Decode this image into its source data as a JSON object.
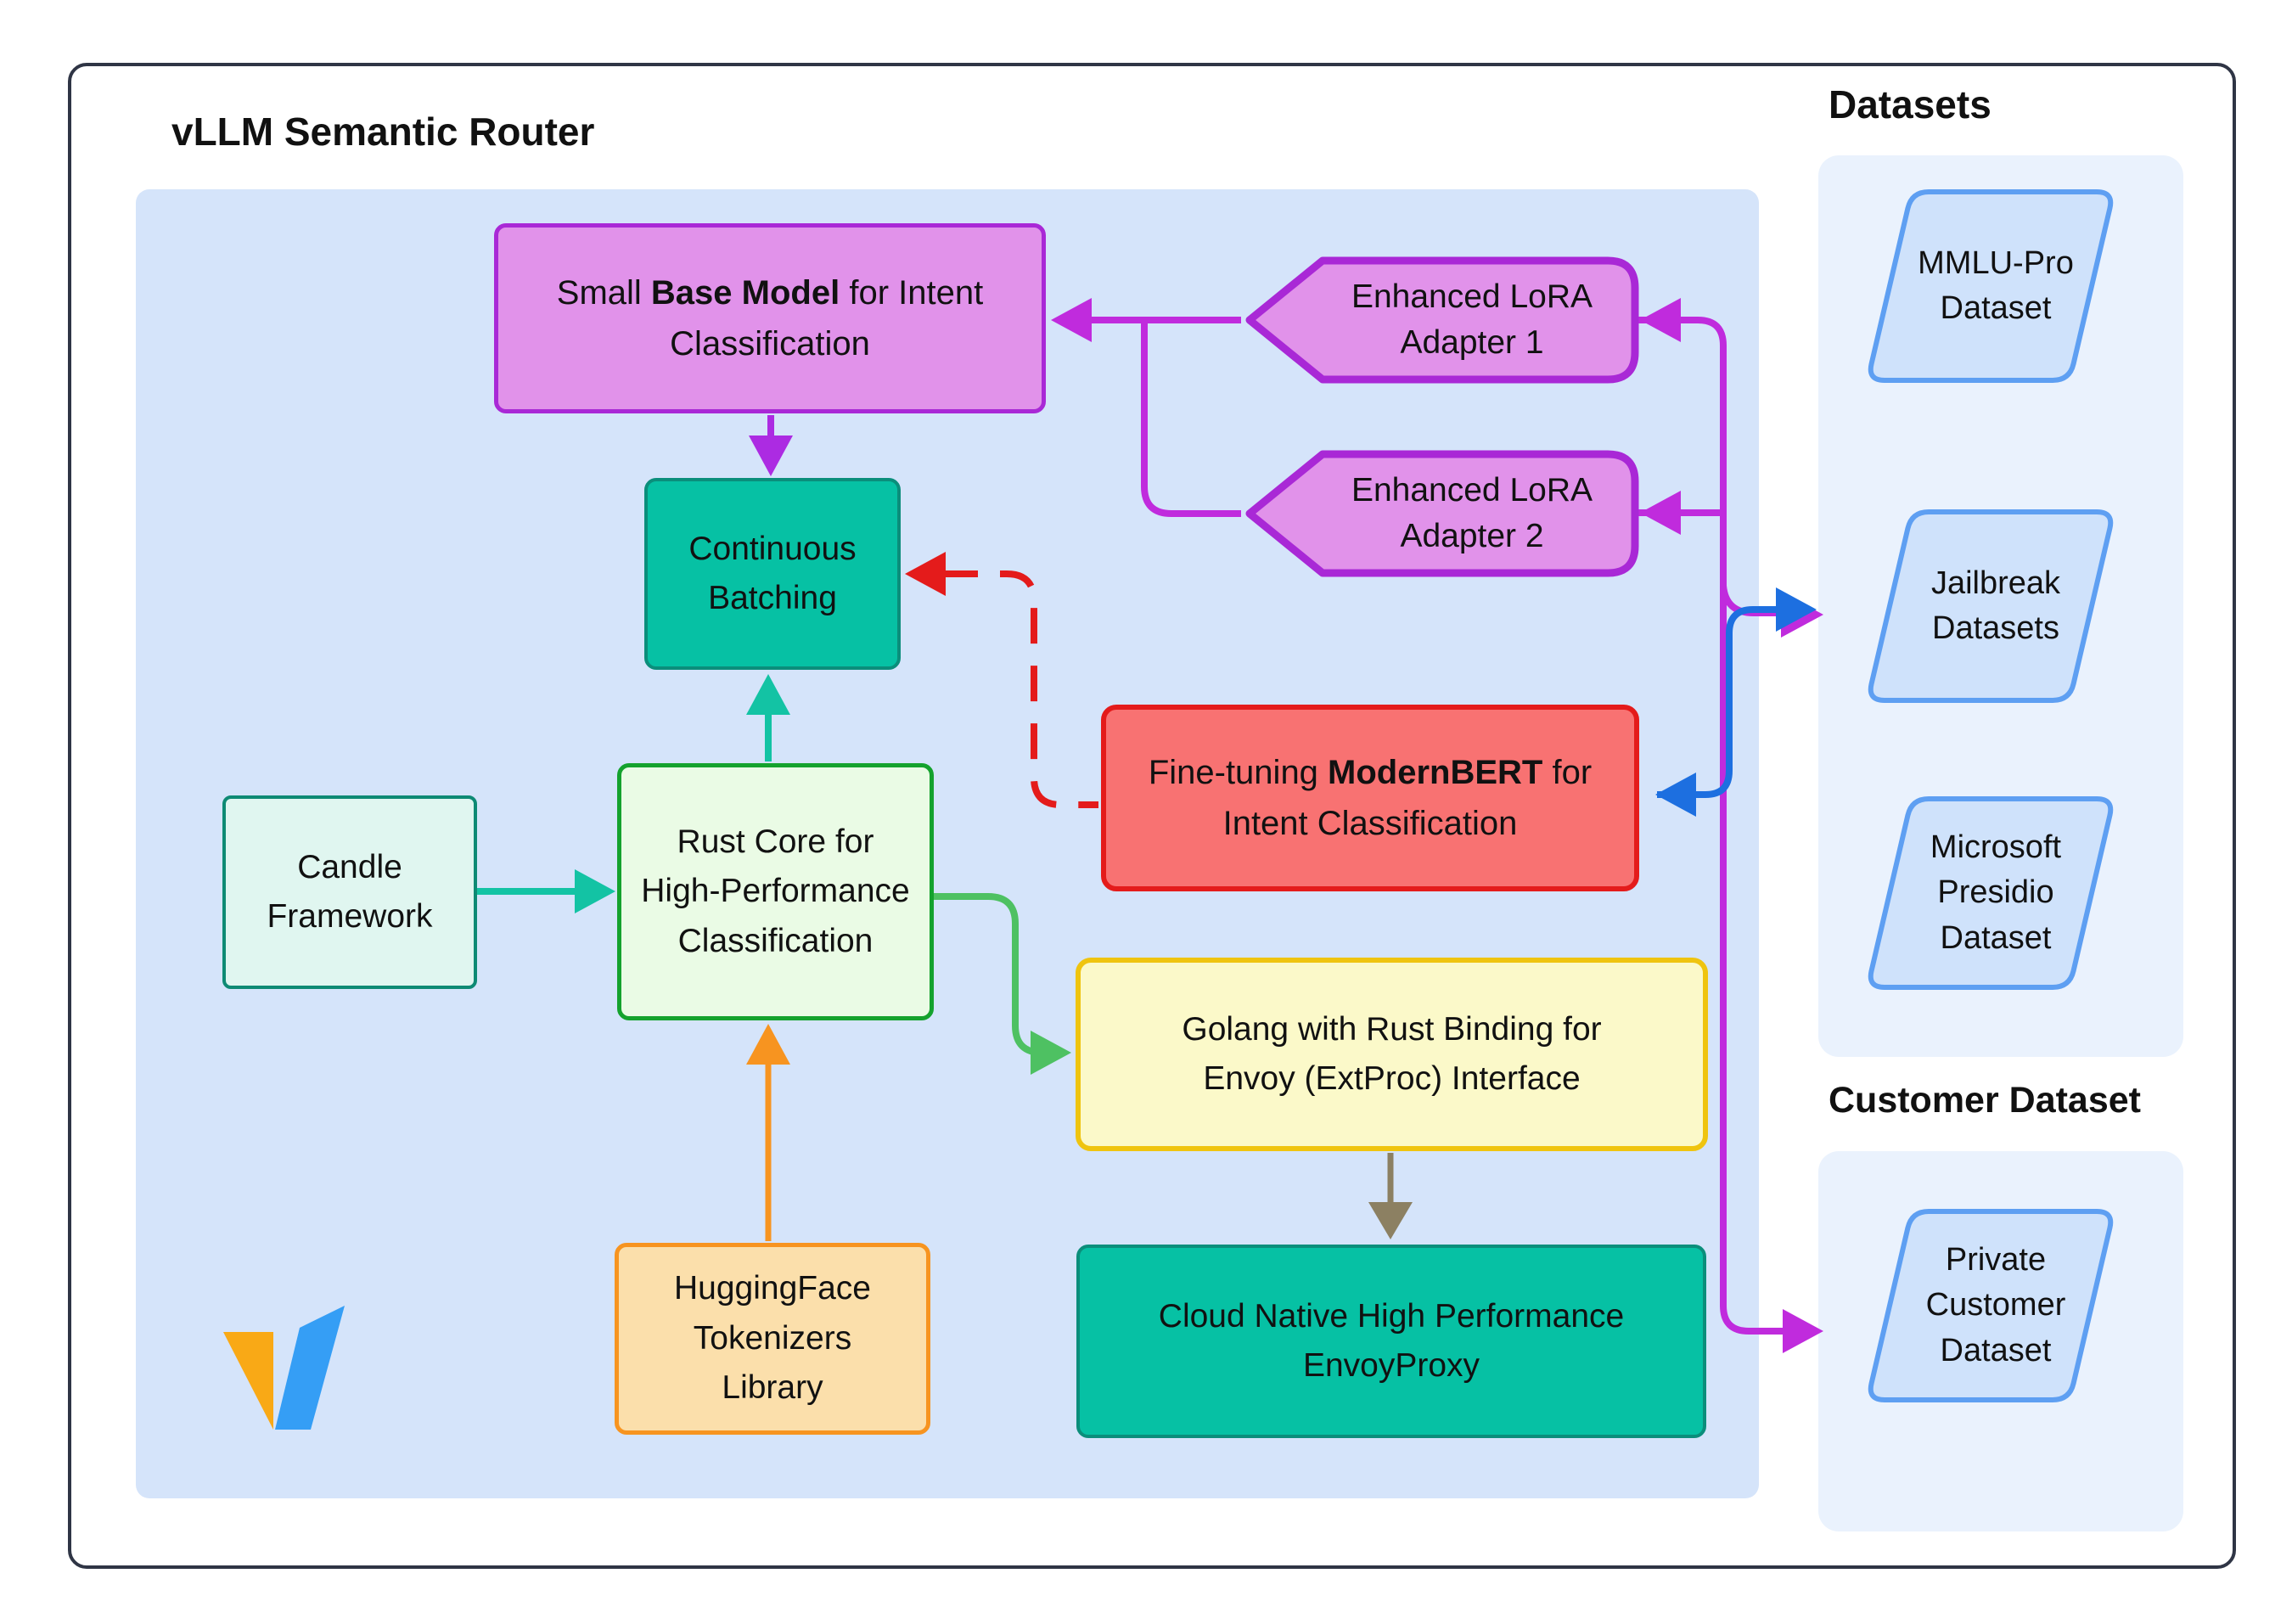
{
  "title": "vLLM Semantic Router",
  "colors": {
    "frame_border": "#2F3545",
    "container_bg": "#D5E4FA",
    "panel_bg": "#EAF2FD",
    "text": "#111111",
    "magenta": "#C02BDD",
    "violet": "#AC2BE2",
    "purple_border": "#A928D6",
    "purple_fill": "#E192EA",
    "teal": "#13C3A4",
    "teal_fill": "#06C1A4",
    "teal_border": "#0B8E7B",
    "mint_fill": "#E0F6F0",
    "mint_border": "#0E8A74",
    "green": "#4EC162",
    "green_fill": "#EAFBE5",
    "green_border": "#14A22D",
    "yellow_fill": "#FBF9C9",
    "yellow_border": "#EFC40F",
    "peach_fill": "#FBDFAB",
    "orange": "#F79420",
    "red": "#E41B1B",
    "red_fill": "#F87272",
    "blue": "#1D6FE0",
    "gray": "#8C8062",
    "para_fill": "#CFE2FB",
    "para_border": "#5E9FF2",
    "logo_amber": "#F9A916",
    "logo_blue": "#359EF5"
  },
  "nodes": {
    "base_model": {
      "pre": "Small ",
      "bold": "Base Model",
      "post": " for Intent",
      "line2": "Classification"
    },
    "lora1": {
      "lines": [
        "Enhanced LoRA",
        "Adapter 1"
      ]
    },
    "lora2": {
      "lines": [
        "Enhanced LoRA",
        "Adapter 2"
      ]
    },
    "continuous_batching": {
      "lines": [
        "Continuous",
        "Batching"
      ]
    },
    "modernbert": {
      "pre": "Fine-tuning ",
      "bold": "ModernBERT",
      "post": " for",
      "line2": "Intent Classification"
    },
    "candle": {
      "lines": [
        "Candle",
        "Framework"
      ]
    },
    "rust_core": {
      "lines": [
        "Rust Core for",
        "High-Performance",
        "Classification"
      ]
    },
    "golang": {
      "lines": [
        "Golang with Rust Binding for",
        "Envoy (ExtProc) Interface"
      ]
    },
    "huggingface": {
      "lines": [
        "HuggingFace",
        "Tokenizers",
        "Library"
      ]
    },
    "envoy": {
      "lines": [
        "Cloud Native High Performance",
        "EnvoyProxy"
      ]
    }
  },
  "datasets_panel": {
    "title": "Datasets",
    "mmlu": {
      "lines": [
        "MMLU-Pro",
        "Dataset"
      ]
    },
    "jailbreak": {
      "lines": [
        "Jailbreak",
        "Datasets"
      ]
    },
    "presidio": {
      "lines": [
        "Microsoft",
        "Presidio",
        "Dataset"
      ]
    }
  },
  "customer_panel": {
    "title": "Customer Dataset",
    "private": {
      "lines": [
        "Private",
        "Customer",
        "Dataset"
      ]
    }
  },
  "logo": {
    "name": "vllm-logo"
  }
}
